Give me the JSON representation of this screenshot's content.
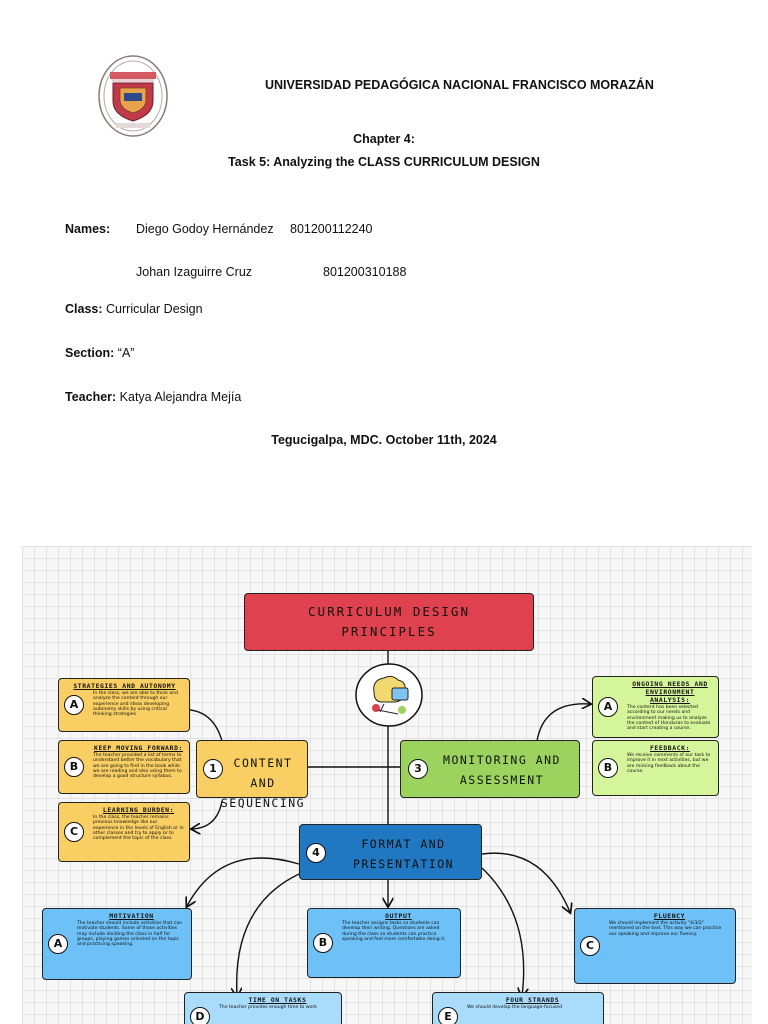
{
  "header": {
    "university": "UNIVERSIDAD PEDAGÓGICA NACIONAL FRANCISCO MORAZÁN",
    "chapter": "Chapter 4:",
    "task": "Task 5: Analyzing the CLASS CURRICULUM DESIGN"
  },
  "info": {
    "names_label": "Names:",
    "student1_name": "Diego Godoy Hernández",
    "student1_id": "801200112240",
    "student2_name": "Johan Izaguirre Cruz",
    "student2_id": "801200310188",
    "class_label": "Class:",
    "class_value": "Curricular Design",
    "section_label": "Section:",
    "section_value": "“A”",
    "teacher_label": "Teacher:",
    "teacher_value": "Katya Alejandra Mejía",
    "place_date": "Tegucigalpa, MDC. October 11th, 2024"
  },
  "map": {
    "title_line1": "CURRICULUM DESIGN",
    "title_line2": "PRINCIPLES",
    "content": {
      "number": "1",
      "line1": "CONTENT AND",
      "line2": "SEQUENCING"
    },
    "monitoring": {
      "number": "3",
      "line1": "MONITORING AND",
      "line2": "ASSESSMENT"
    },
    "format": {
      "number": "4",
      "line1": "FORMAT AND",
      "line2": "PRESENTATION"
    },
    "strategies": {
      "letter": "A",
      "title": "STRATEGIES AND AUTONOMY",
      "text": "In the class, we are able to think and analyze the content through our experience and ideas developing autonomy skills by using critical thinking strategies"
    },
    "keep_moving": {
      "letter": "B",
      "title": "KEEP MOVING FORWARD:",
      "text": "The teacher provided a list of terms to understand better the vocabulary that we are going to find in the book while we are reading and also using them to develop a good structure syllabus."
    },
    "learning_burden": {
      "letter": "C",
      "title": "LEARNING BURDEN:",
      "text": "In the class, the teacher remains previous knowledge like our experience in the levels of English or in other classes and try to apply or to complement the topic of the class."
    },
    "ongoing": {
      "letter": "A",
      "title": "ONGOING NEEDS AND ENVIRONMENT ANALYSIS:",
      "text": "The content has been selected according to our needs and environment making us to analyze the context of Honduras to evaluate and start creating a course."
    },
    "feedback": {
      "letter": "B",
      "title": "FEEDBACK:",
      "text": "We receive comments of our task to improve it in next activities, but we are missing feedback about the course."
    },
    "motivation": {
      "letter": "A",
      "title": "MOTIVATION",
      "text": "The teacher should include activities that can motivate students. Some of those activities may include dividing the class in half for groups, playing games oriented on the topic and practicing speaking."
    },
    "output": {
      "letter": "B",
      "title": "OUTPUT",
      "text": "The teacher assigns tasks so students can develop their writing. Questions are asked during the class so students can practice speaking and feel more comfortable doing it."
    },
    "fluency": {
      "letter": "C",
      "title": "FLUENCY",
      "text": "We should implement the activity \"4/3/2\" mentioned on the text. This way we can practice our speaking and improve our fluency."
    },
    "time_on_tasks": {
      "letter": "D",
      "title": "TIME ON TASKS",
      "text": "The teacher provides enough time to work"
    },
    "four_strands": {
      "letter": "E",
      "title": "FOUR STRANDS",
      "text": "We should develop the language-focused"
    }
  },
  "colors": {
    "title_red": "#e0414e",
    "content_yellow": "#f9cf63",
    "monitoring_green": "#9bd35e",
    "light_green": "#d5f59a",
    "format_blue": "#1f78c1",
    "light_blue": "#6ec1f7",
    "pale_blue": "#a9dcfb"
  },
  "icons": {
    "seal": "university-seal-icon",
    "brain": "brain-network-icon"
  }
}
